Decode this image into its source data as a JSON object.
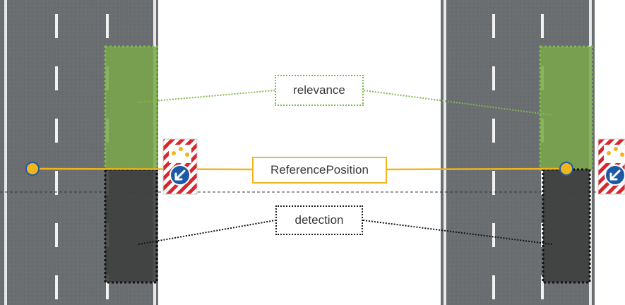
{
  "labels": {
    "relevance": "relevance",
    "reference_position": "ReferencePosition",
    "detection": "detection"
  },
  "colors": {
    "road": "#6b6e70",
    "lane_marking": "#f2f2f2",
    "relevance_fill": "#7aa84a",
    "relevance_border": "#7cba4e",
    "detection_fill": "#3e3e3e",
    "detection_border": "#111111",
    "reference_line": "#f0b51a",
    "reference_dot_fill": "#f0b51a",
    "reference_dot_stroke": "#1f5aa8",
    "sign_red": "#d8262d",
    "sign_blue": "#1d5aa6"
  },
  "icons": {
    "traffic_sign": "keep-left-sign-icon"
  }
}
